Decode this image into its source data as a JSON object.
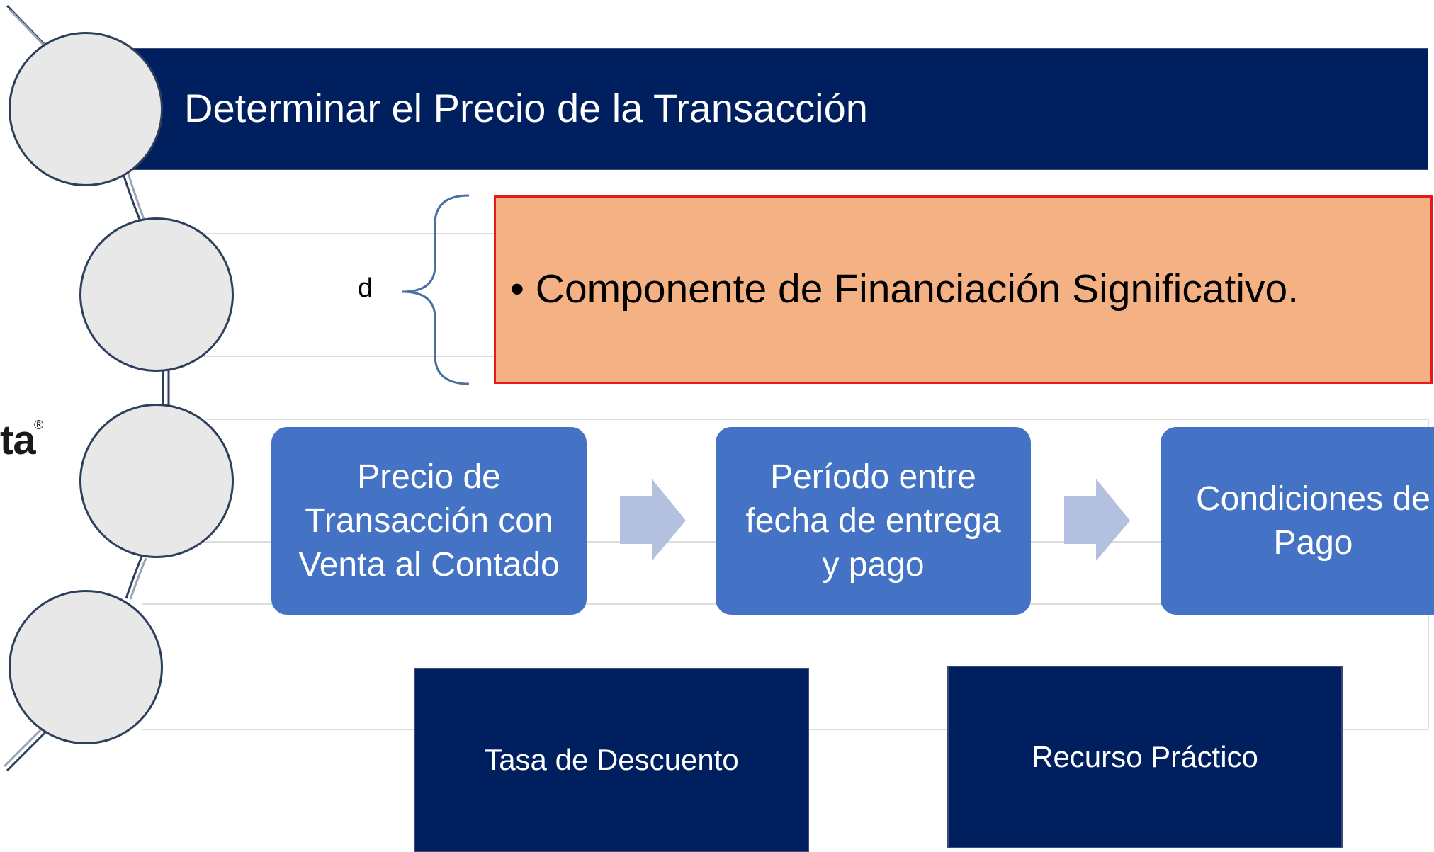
{
  "title": "Determinar el Precio de la Transacción",
  "side_letter": "d",
  "highlight": "• Componente de Financiación Significativo.",
  "flow": [
    {
      "label": "Precio de\nTransacción con\nVenta al Contado"
    },
    {
      "label": "Período entre\nfecha de entrega\ny pago"
    },
    {
      "label": "Condiciones de\nPago"
    }
  ],
  "bottom_boxes": [
    {
      "label": "Tasa de Descuento"
    },
    {
      "label": "Recurso Práctico"
    }
  ],
  "logo": {
    "text": "ta",
    "mark": "®"
  },
  "colors": {
    "navy": "#001f5e",
    "flow_blue": "#4472c4",
    "arrow": "#b4c0e0",
    "highlight_fill": "#f4b183",
    "highlight_border": "#e8191c",
    "circle_fill": "#e8e8e8"
  }
}
